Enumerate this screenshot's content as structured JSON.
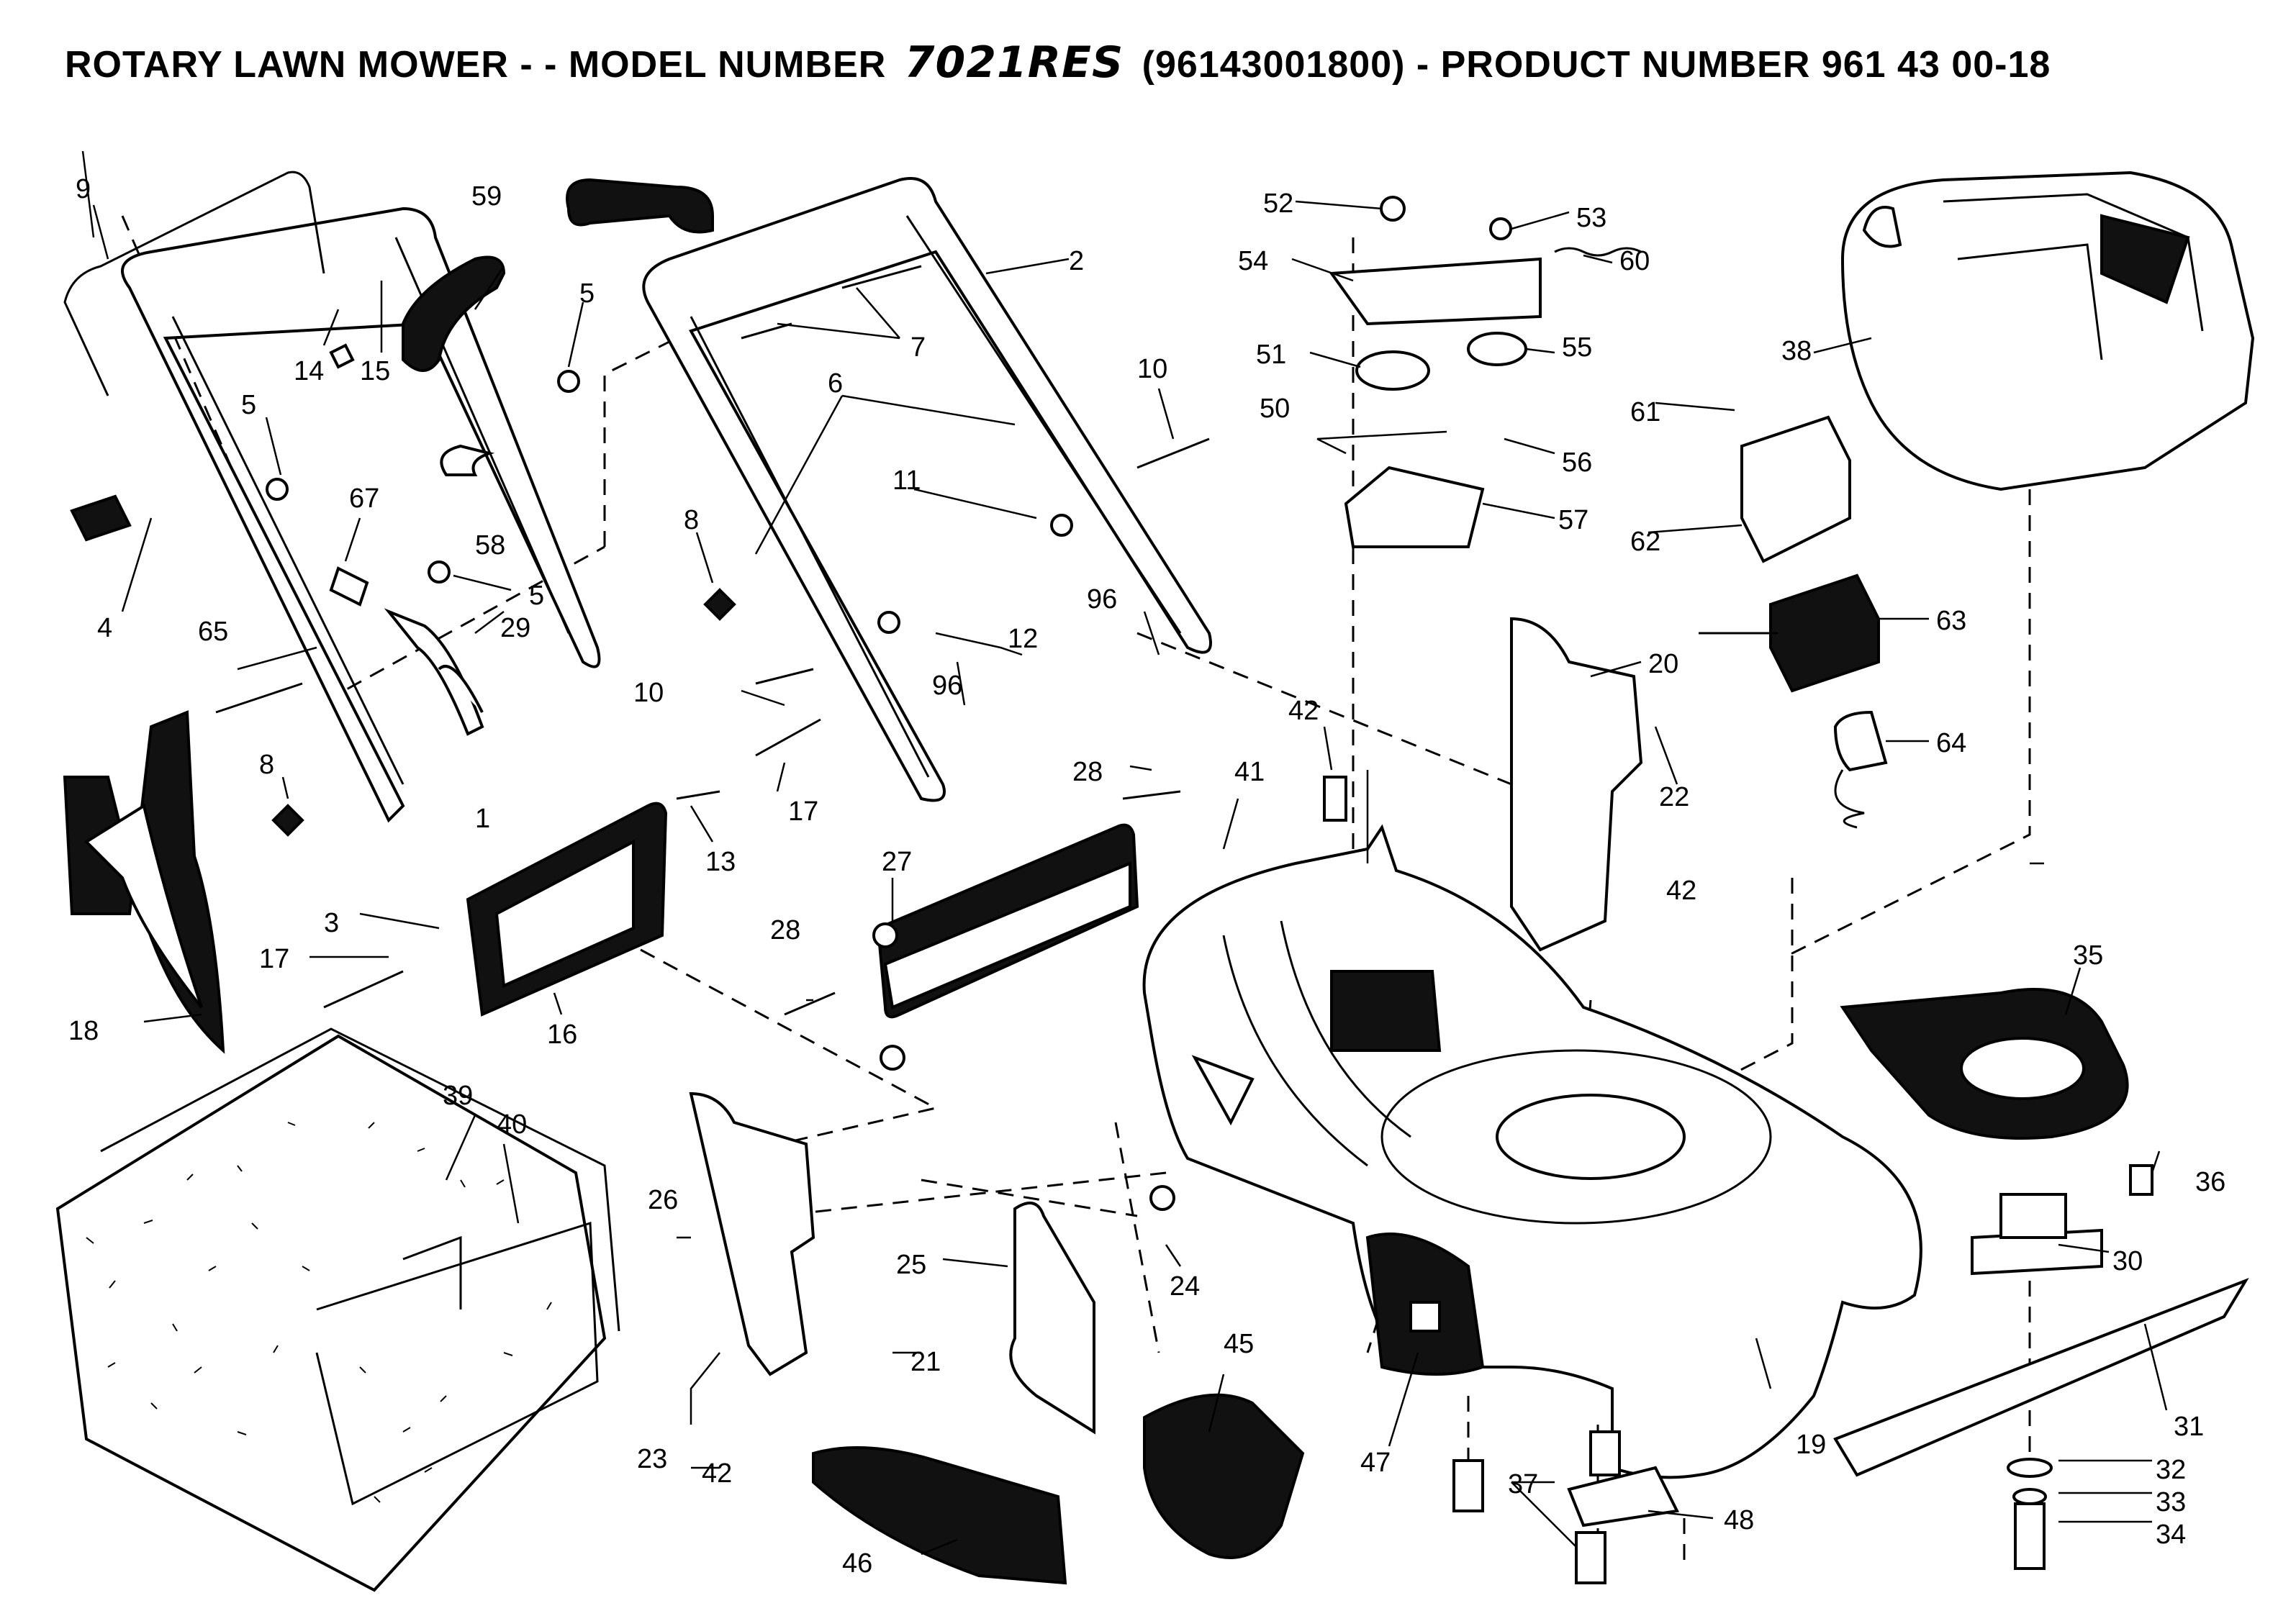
{
  "title": {
    "prefix": "ROTARY LAWN MOWER - - MODEL NUMBER",
    "model": "7021RES",
    "suffix": "(96143001800) - PRODUCT NUMBER 961 43 00-18"
  },
  "callouts": [
    {
      "id": "c1",
      "text": "1"
    },
    {
      "id": "c2",
      "text": "2"
    },
    {
      "id": "c3",
      "text": "3"
    },
    {
      "id": "c4",
      "text": "4"
    },
    {
      "id": "c5a",
      "text": "5"
    },
    {
      "id": "c5b",
      "text": "5"
    },
    {
      "id": "c5c",
      "text": "5"
    },
    {
      "id": "c6",
      "text": "6"
    },
    {
      "id": "c7",
      "text": "7"
    },
    {
      "id": "c8a",
      "text": "8"
    },
    {
      "id": "c8b",
      "text": "8"
    },
    {
      "id": "c9",
      "text": "9"
    },
    {
      "id": "c10a",
      "text": "10"
    },
    {
      "id": "c10b",
      "text": "10"
    },
    {
      "id": "c11",
      "text": "11"
    },
    {
      "id": "c12",
      "text": "12"
    },
    {
      "id": "c13",
      "text": "13"
    },
    {
      "id": "c14",
      "text": "14"
    },
    {
      "id": "c15",
      "text": "15"
    },
    {
      "id": "c16",
      "text": "16"
    },
    {
      "id": "c17a",
      "text": "17"
    },
    {
      "id": "c17b",
      "text": "17"
    },
    {
      "id": "c18",
      "text": "18"
    },
    {
      "id": "c19",
      "text": "19"
    },
    {
      "id": "c20",
      "text": "20"
    },
    {
      "id": "c21",
      "text": "21"
    },
    {
      "id": "c22",
      "text": "22"
    },
    {
      "id": "c23",
      "text": "23"
    },
    {
      "id": "c24",
      "text": "24"
    },
    {
      "id": "c25",
      "text": "25"
    },
    {
      "id": "c26",
      "text": "26"
    },
    {
      "id": "c27",
      "text": "27"
    },
    {
      "id": "c28a",
      "text": "28"
    },
    {
      "id": "c28b",
      "text": "28"
    },
    {
      "id": "c29",
      "text": "29"
    },
    {
      "id": "c30",
      "text": "30"
    },
    {
      "id": "c31",
      "text": "31"
    },
    {
      "id": "c32",
      "text": "32"
    },
    {
      "id": "c33",
      "text": "33"
    },
    {
      "id": "c34",
      "text": "34"
    },
    {
      "id": "c35",
      "text": "35"
    },
    {
      "id": "c36",
      "text": "36"
    },
    {
      "id": "c37",
      "text": "37"
    },
    {
      "id": "c38",
      "text": "38"
    },
    {
      "id": "c39",
      "text": "39"
    },
    {
      "id": "c40",
      "text": "40"
    },
    {
      "id": "c41",
      "text": "41"
    },
    {
      "id": "c42a",
      "text": "42"
    },
    {
      "id": "c42b",
      "text": "42"
    },
    {
      "id": "c42c",
      "text": "42"
    },
    {
      "id": "c45",
      "text": "45"
    },
    {
      "id": "c46",
      "text": "46"
    },
    {
      "id": "c47",
      "text": "47"
    },
    {
      "id": "c48",
      "text": "48"
    },
    {
      "id": "c50",
      "text": "50"
    },
    {
      "id": "c51",
      "text": "51"
    },
    {
      "id": "c52",
      "text": "52"
    },
    {
      "id": "c53",
      "text": "53"
    },
    {
      "id": "c54",
      "text": "54"
    },
    {
      "id": "c55",
      "text": "55"
    },
    {
      "id": "c56",
      "text": "56"
    },
    {
      "id": "c57",
      "text": "57"
    },
    {
      "id": "c58",
      "text": "58"
    },
    {
      "id": "c59",
      "text": "59"
    },
    {
      "id": "c60",
      "text": "60"
    },
    {
      "id": "c61",
      "text": "61"
    },
    {
      "id": "c62",
      "text": "62"
    },
    {
      "id": "c63",
      "text": "63"
    },
    {
      "id": "c64",
      "text": "64"
    },
    {
      "id": "c65",
      "text": "65"
    },
    {
      "id": "c67",
      "text": "67"
    },
    {
      "id": "c96a",
      "text": "96"
    },
    {
      "id": "c96b",
      "text": "96"
    }
  ]
}
